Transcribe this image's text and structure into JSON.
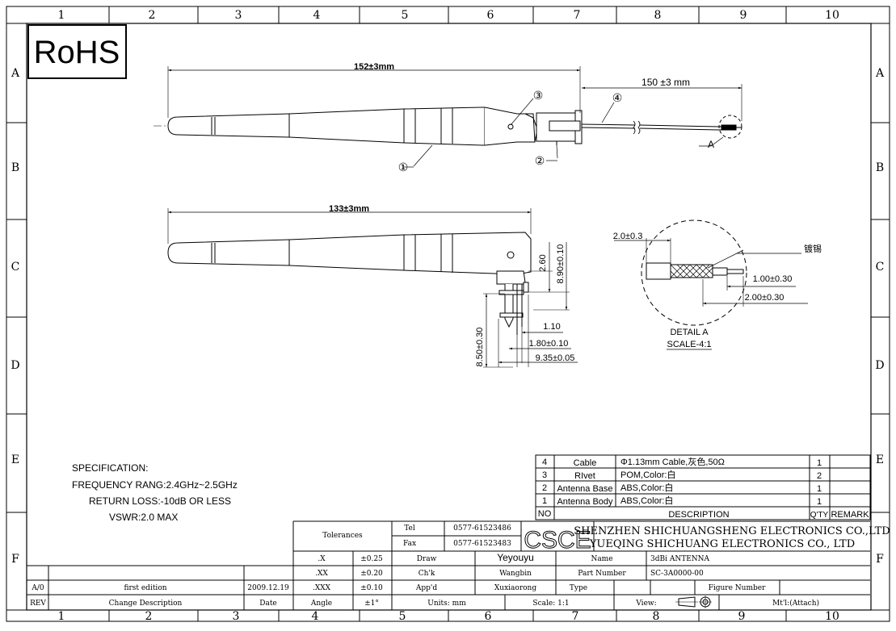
{
  "grid": {
    "columns": [
      "1",
      "2",
      "3",
      "4",
      "5",
      "6",
      "7",
      "8",
      "9",
      "10"
    ],
    "rows": [
      "A",
      "B",
      "C",
      "D",
      "E",
      "F"
    ]
  },
  "logo": {
    "text": "RoHS"
  },
  "top_view": {
    "overall_length": "152±3mm",
    "cable_length": "150 ±3 mm",
    "callouts": [
      "①",
      "②",
      "③",
      "④"
    ],
    "detail_ref": "A"
  },
  "side_view": {
    "overall_length": "133±3mm",
    "dims": [
      "2.60",
      "8.90±0.10",
      "1.10",
      "1.80±0.10",
      "9.35±0.05",
      "8.50±0.30"
    ]
  },
  "detail": {
    "dim_left": "2.0±0.3",
    "plating_note": "镀锡",
    "dim_1": "1.00±0.30",
    "dim_2": "2.00±0.30",
    "title": "DETAIL A",
    "scale": "SCALE-4:1"
  },
  "specification": {
    "heading": "SPECIFICATION:",
    "lines": [
      "FREQUENCY RANG:2.4GHz~2.5GHz",
      "RETURN LOSS:-10dB OR LESS",
      "VSWR:2.0 MAX"
    ]
  },
  "bom": {
    "headers": {
      "no": "NO",
      "description": "DESCRIPTION",
      "qty": "Q'TY",
      "remark": "REMARK"
    },
    "rows": [
      {
        "no": "4",
        "name": "Cable",
        "desc": "Φ1.13mm Cable,灰色,50Ω",
        "qty": "1",
        "remark": ""
      },
      {
        "no": "3",
        "name": "RIvet",
        "desc": "POM,Color:白",
        "qty": "2",
        "remark": ""
      },
      {
        "no": "2",
        "name": "Antenna Base",
        "desc": "ABS,Color:白",
        "qty": "1",
        "remark": ""
      },
      {
        "no": "1",
        "name": "Antenna Body",
        "desc": "ABS,Color:白",
        "qty": "1",
        "remark": ""
      }
    ]
  },
  "title_block": {
    "tolerances_label": "Tolerances",
    "tol_rows": [
      {
        "k": ".X",
        "v": "±0.25"
      },
      {
        "k": ".XX",
        "v": "±0.20"
      },
      {
        "k": ".XXX",
        "v": "±0.10"
      },
      {
        "k": "Angle",
        "v": "±1°"
      }
    ],
    "tel_label": "Tel",
    "tel": "0577-61523486",
    "fax_label": "Fax",
    "fax": "0577-61523483",
    "company_logo": "CSCE",
    "company_1": "SHENZHEN SHICHUANGSHENG ELECTRONICS CO.,LTD",
    "company_2": "YUEQING SHICHUANG ELECTRONICS CO., LTD",
    "draw_label": "Draw",
    "draw": "Yeyouyu",
    "chk_label": "Ch'k",
    "chk": "Wangbin",
    "appd_label": "App'd",
    "appd": "Xuxiaorong",
    "units": "Units: mm",
    "scale": "Scale: 1:1",
    "name_label": "Name",
    "name": "3dBi ANTENNA",
    "part_label": "Part Number",
    "part": "SC-3A0000-00",
    "type_label": "Type",
    "figure_label": "Figure Number",
    "view_label": "View:",
    "material": "Mt'l:(Attach)"
  },
  "revision": {
    "rev_code": "A/0",
    "rev_desc": "first edition",
    "rev_date": "2009.12.19",
    "rev_label": "REV",
    "change_label": "Change Description",
    "date_label": "Date"
  }
}
